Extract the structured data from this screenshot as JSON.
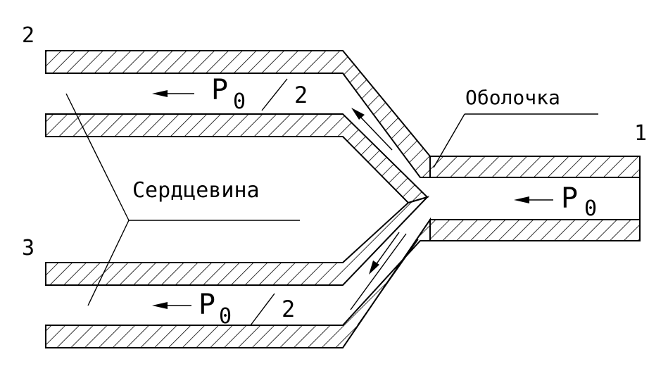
{
  "ports": {
    "p1": "1",
    "p2": "2",
    "p3": "3"
  },
  "labels": {
    "cladding": "Оболочка",
    "core": "Сердцевина"
  },
  "power": {
    "input_symbol": "P",
    "input_subscript": "0",
    "out_symbol": "P",
    "out_subscript": "0",
    "out_divider": "/",
    "out_divisor": "2"
  },
  "colors": {
    "ink": "#000000",
    "background": "#ffffff"
  }
}
